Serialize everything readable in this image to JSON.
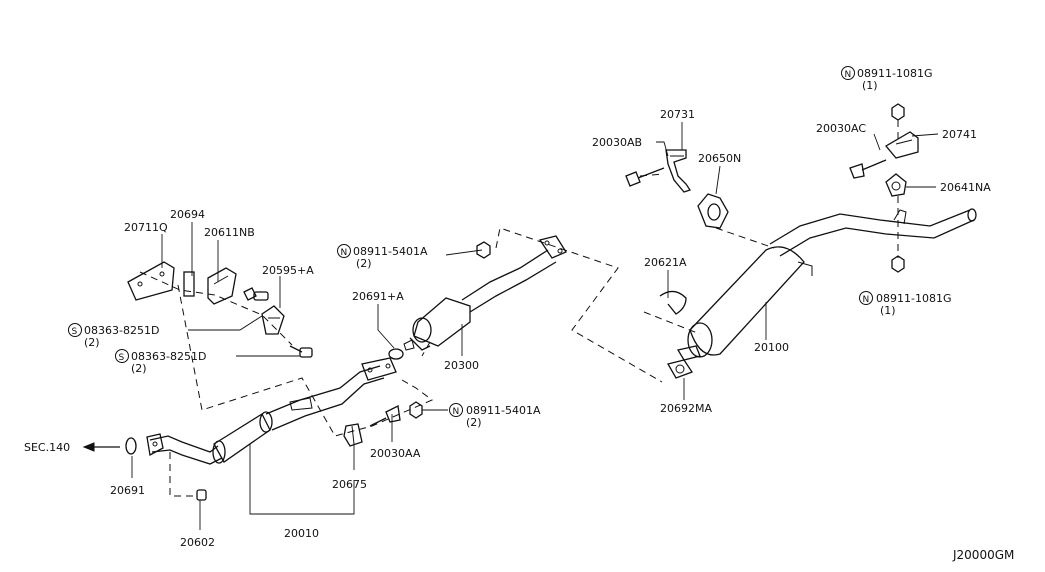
{
  "diagram_code": "J20000GM",
  "sec_ref": "SEC.140",
  "callouts": {
    "p20711Q": "20711Q",
    "p20694": "20694",
    "p20611NB": "20611NB",
    "p20595A": "20595+A",
    "s08363_1": "08363-8251D",
    "s08363_1_qty": "(2)",
    "s08363_2": "08363-8251D",
    "s08363_2_qty": "(2)",
    "n08911_5401_top": "08911-5401A",
    "n08911_5401_top_qty": "(2)",
    "p20691A": "20691+A",
    "p20300": "20300",
    "n08911_5401_mid": "08911-5401A",
    "n08911_5401_mid_qty": "(2)",
    "p20030AA": "20030AA",
    "p20675": "20675",
    "p20691": "20691",
    "p20602": "20602",
    "p20010": "20010",
    "p20731": "20731",
    "p20030AB": "20030AB",
    "p20650N": "20650N",
    "p20621A": "20621A",
    "p20100": "20100",
    "p20692MA": "20692MA",
    "n08911_1081_top": "08911-1081G",
    "n08911_1081_top_qty": "(1)",
    "p20030AC": "20030AC",
    "p20741": "20741",
    "p20641NA": "20641NA",
    "n08911_1081_bot": "08911-1081G",
    "n08911_1081_bot_qty": "(1)"
  },
  "symbols": {
    "nut_mark": "N",
    "screw_mark": "S"
  }
}
